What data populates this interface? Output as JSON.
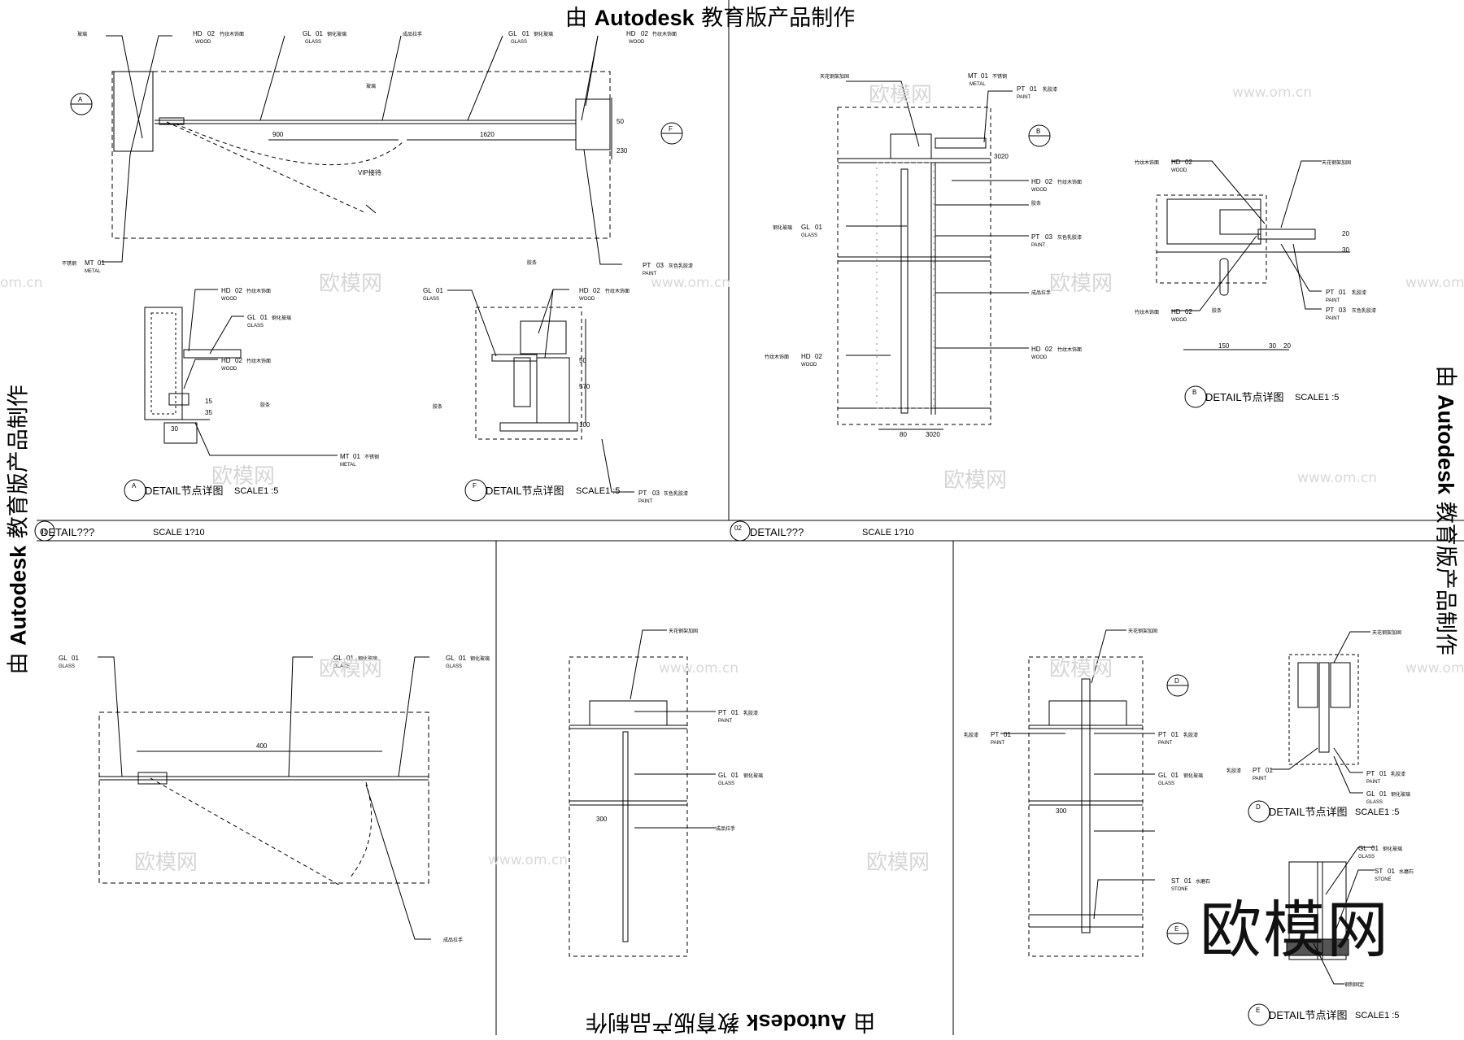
{
  "watermarks": {
    "autodesk_prefix": "由",
    "autodesk_brand": "Autodesk",
    "autodesk_suffix": "教育版产品制作",
    "site_name": "欧模网",
    "site_url": "www.om.cn",
    "site_url_short": "om.cn"
  },
  "brand_logo": "欧模网",
  "section_titles": [
    {
      "id": "01",
      "label": "DETAIL???",
      "scale": "SCALE 1?10"
    },
    {
      "id": "02",
      "label": "DETAIL???",
      "scale": "SCALE 1?10"
    }
  ],
  "details": [
    {
      "marker": "A",
      "label": "DETAIL节点详图",
      "scale": "SCALE1 :5"
    },
    {
      "marker": "F",
      "label": "DETAIL节点详图",
      "scale": "SCALE1 :5"
    },
    {
      "marker": "B",
      "label": "DETAIL节点详图",
      "scale": "SCALE1 :5"
    },
    {
      "marker": "D",
      "label": "DETAIL节点详图",
      "scale": "SCALE1 :5"
    },
    {
      "marker": "E",
      "label": "DETAIL节点详图",
      "scale": "SCALE1 :5"
    }
  ],
  "material_tags": {
    "hd02": {
      "code": "HD",
      "num": "02",
      "sub": "WOOD",
      "desc": "竹纹木饰面"
    },
    "gl01": {
      "code": "GL",
      "num": "01",
      "sub": "GLASS",
      "desc": "钢化玻璃"
    },
    "mt01": {
      "code": "MT",
      "num": "01",
      "sub": "METAL",
      "desc": "不锈钢"
    },
    "pt01": {
      "code": "PT",
      "num": "01",
      "sub": "PAINT",
      "desc": "乳胶漆"
    },
    "pt03": {
      "code": "PT",
      "num": "03",
      "sub": "PAINT",
      "desc": "灰色乳胶漆"
    },
    "st01": {
      "code": "ST",
      "num": "01",
      "sub": "STONE",
      "desc": "水磨石"
    }
  },
  "notes": {
    "hinge": "成品拉手",
    "sealant": "胶条",
    "vip": "VIP接待",
    "ceiling": "天花钢架加固",
    "steel": "钢制固定",
    "glass_door": "玻璃"
  },
  "dimensions": {
    "d900": "900",
    "d1620": "1620",
    "d50": "50",
    "d230": "230",
    "d30": "30",
    "d570": "570",
    "d100": "100",
    "d150": "150",
    "d20": "20",
    "d400": "400",
    "d300": "300",
    "d3020": "3020",
    "d80": "80",
    "d15": "15",
    "d35": "35"
  }
}
